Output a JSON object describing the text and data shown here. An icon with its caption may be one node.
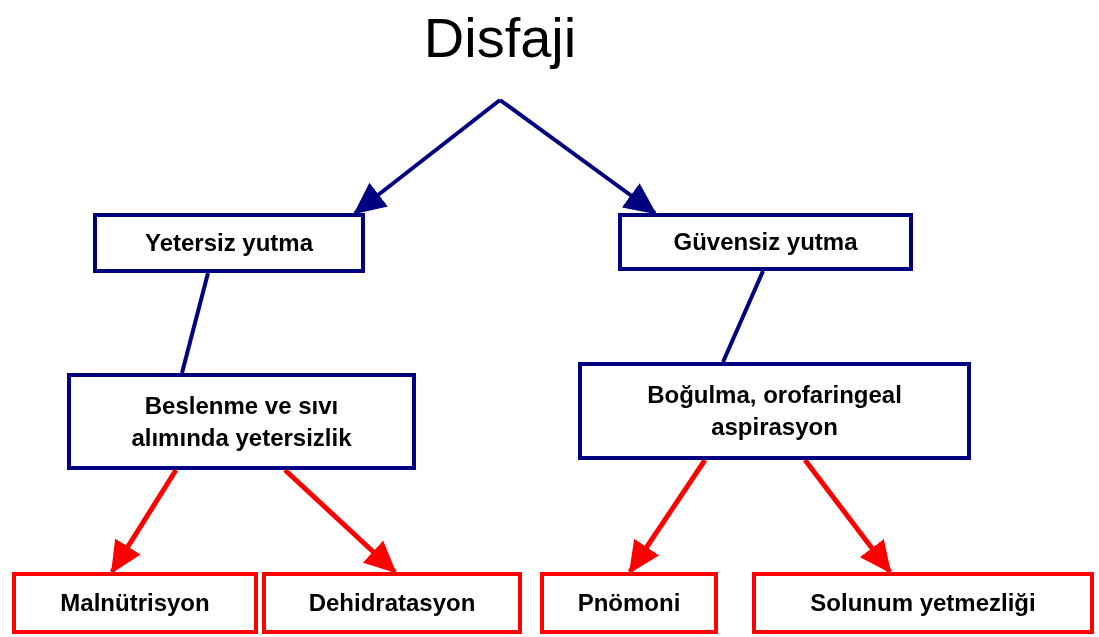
{
  "diagram": {
    "nodes": [
      {
        "text": [
          "Disfaji"
        ]
      },
      {
        "text": [
          "Yetersiz yutma"
        ]
      },
      {
        "text": [
          "Güvensiz yutma"
        ]
      },
      {
        "text": [
          "Beslenme ve sıvı alımında yetersizlik"
        ]
      },
      {
        "text": [
          "Boğulma, orofaringeal aspirasyon"
        ]
      },
      {
        "text": [
          "Malnütrisyon"
        ]
      },
      {
        "text": [
          "Dehidratasyon"
        ]
      },
      {
        "text": [
          "Pnömoni"
        ]
      },
      {
        "text": [
          "Solunum yetmezliği"
        ]
      }
    ],
    "edges": [
      {
        "from": 0,
        "to": 1,
        "arrow": "to",
        "color": "#000080"
      },
      {
        "from": 0,
        "to": 2,
        "arrow": "to",
        "color": "#000080"
      },
      {
        "from": 1,
        "to": 3,
        "arrow": "none",
        "color": "#000080"
      },
      {
        "from": 2,
        "to": 4,
        "arrow": "none",
        "color": "#000080"
      },
      {
        "from": 3,
        "to": 5,
        "arrow": "to",
        "color": "#ff0000"
      },
      {
        "from": 3,
        "to": 6,
        "arrow": "to",
        "color": "#ff0000"
      },
      {
        "from": 4,
        "to": 7,
        "arrow": "to",
        "color": "#ff0000"
      },
      {
        "from": 4,
        "to": 8,
        "arrow": "to",
        "color": "#ff0000"
      }
    ]
  }
}
